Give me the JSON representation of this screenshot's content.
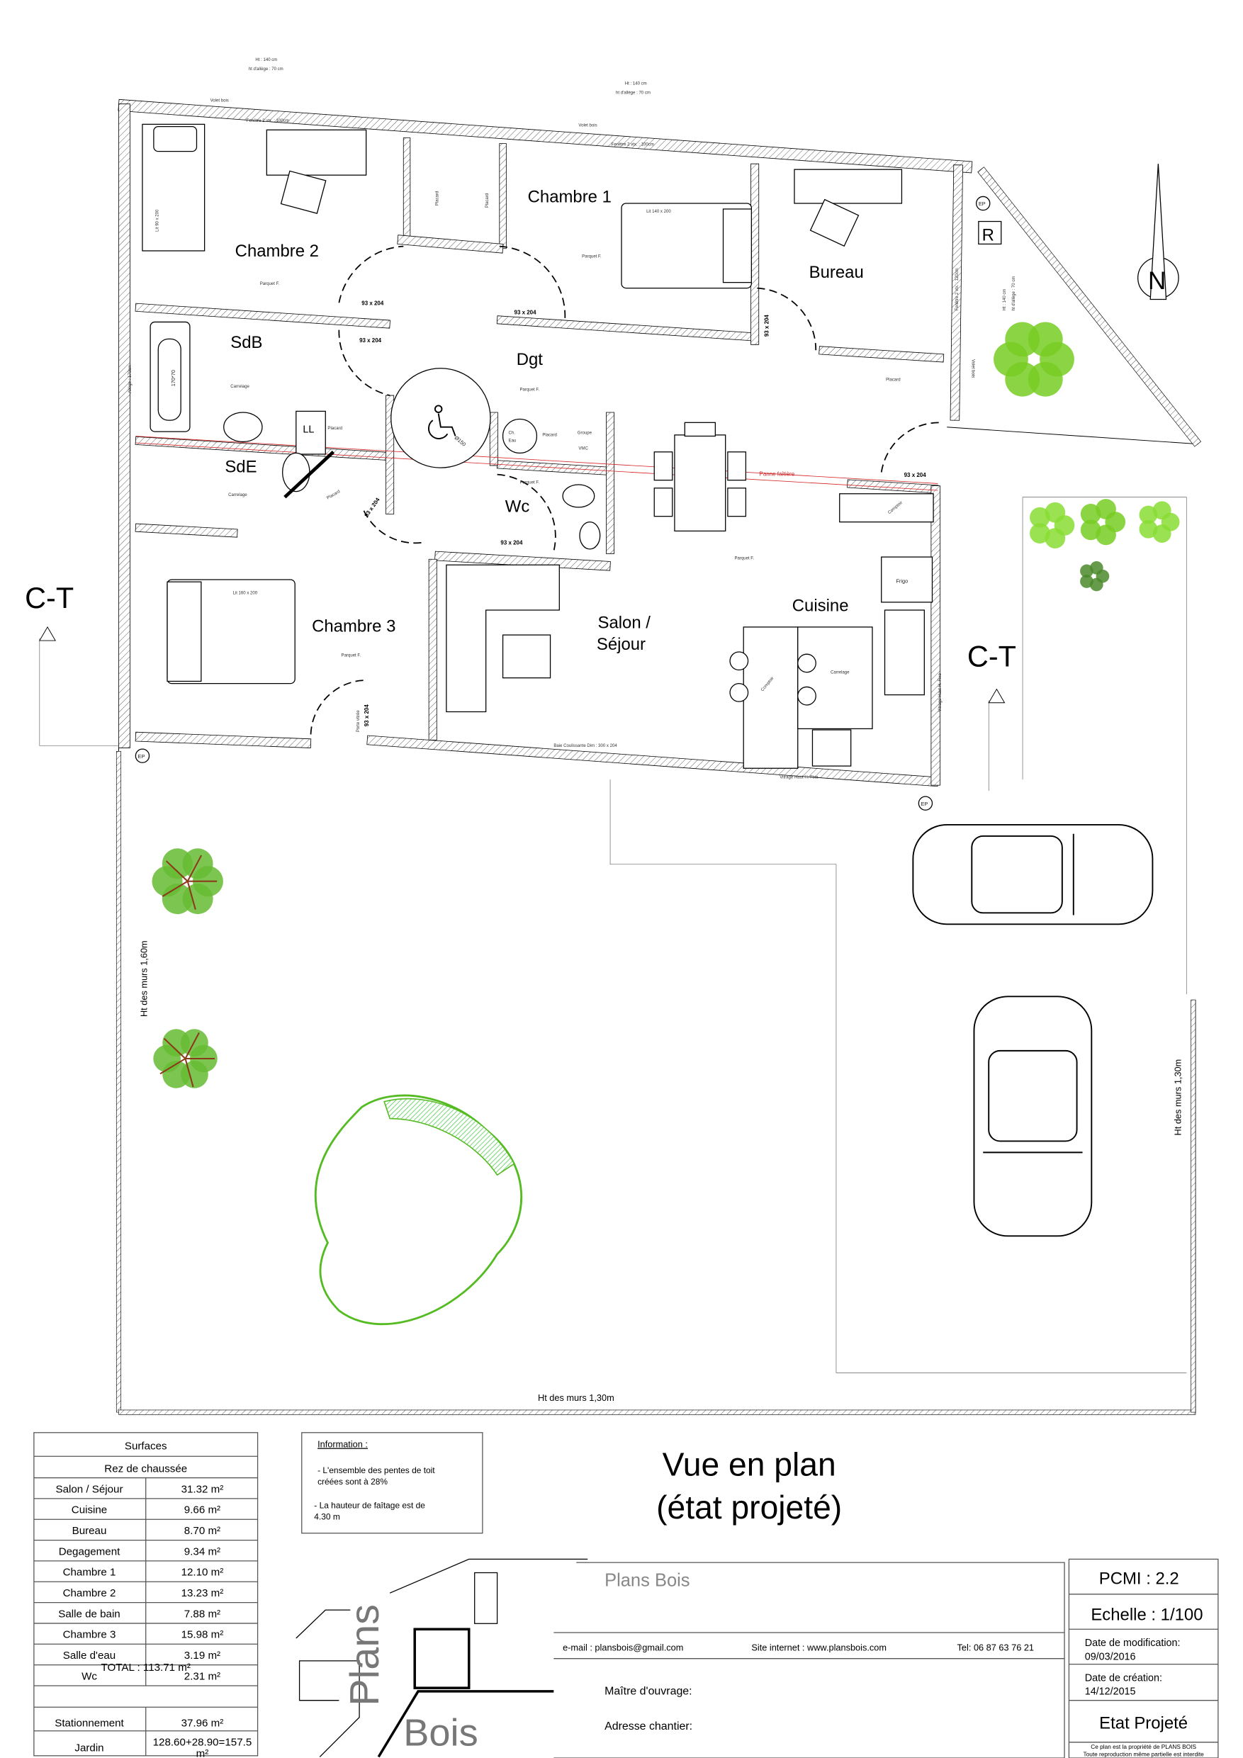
{
  "plan": {
    "rooms": {
      "chambre2": "Chambre 2",
      "chambre1": "Chambre 1",
      "bureau": "Bureau",
      "sdb": "SdB",
      "dgt": "Dgt",
      "sde": "SdE",
      "wc": "Wc",
      "chambre3": "Chambre 3",
      "salon_line1": "Salon /",
      "salon_line2": "Séjour",
      "cuisine": "Cuisine"
    },
    "window_height": "Ht : 140 cm",
    "window_sill": "ht d'allège : 70 cm",
    "shutter": "Volet bois",
    "window_100": "Fenêtre 2 vtx. : 100cm",
    "window_120": "Fenêtre 2 vtx. : 120cm",
    "bed_90": "Lit 90 x 200",
    "bed_140": "Lit 140 x 200",
    "bed_160": "Lit 160 x 200",
    "closet": "Placard",
    "parquet": "Parquet F.",
    "tiles": "Carrelage",
    "door_size": "93 x 204",
    "sill_170": "Allège : 170cm",
    "bathtub": "170*70",
    "washer": "LL",
    "water_heater_1": "Ch.",
    "water_heater_2": "Eau",
    "vmc_1": "Groupe",
    "vmc_2": "VMC",
    "turning_circle": "Ø150",
    "ridge_beam": "Panne faîtière",
    "counter": "Comptoir",
    "fridge": "Frigo",
    "fixed_glazing": "Vitrage Haut H. Fixe",
    "sliding_bay": "Baie Coulissante Dim : 300 x 204",
    "glass_door": "Porte vitrée",
    "rainwater": "EP",
    "meter": "R",
    "north": "N",
    "section_marker": "C-T",
    "wall_height_160": "Ht des murs 1,60m",
    "wall_height_130": "Ht des murs 1,30m",
    "colors": {
      "walls": "#000000",
      "ridge": "#d42020",
      "vegetation": "#66cc22",
      "tree_trunk": "#8b3a1a"
    }
  },
  "surfaces": {
    "title": "Surfaces",
    "level": "Rez de chaussée",
    "rows": [
      {
        "room": "Salon / Séjour",
        "area": "31.32 m²"
      },
      {
        "room": "Cuisine",
        "area": "9.66 m²"
      },
      {
        "room": "Bureau",
        "area": "8.70 m²"
      },
      {
        "room": "Degagement",
        "area": "9.34 m²"
      },
      {
        "room": "Chambre 1",
        "area": "12.10 m²"
      },
      {
        "room": "Chambre 2",
        "area": "13.23 m²"
      },
      {
        "room": "Salle de bain",
        "area": "7.88 m²"
      },
      {
        "room": "Chambre 3",
        "area": "15.98 m²"
      },
      {
        "room": "Salle d'eau",
        "area": "3.19 m²"
      },
      {
        "room": "Wc",
        "area": "2.31 m²"
      }
    ],
    "total": "TOTAL : 113.71 m²",
    "parking": {
      "room": "Stationnement",
      "area": "37.96 m²"
    },
    "garden": {
      "room": "Jardin",
      "area_line1": "128.60+28.90=157.5",
      "area_line2": "m²"
    }
  },
  "information": {
    "title": "Information :",
    "line1": "- L'ensemble des pentes  de toit",
    "line2": "créées sont à 28%",
    "line3": "- La hauteur de faîtage est de",
    "line4": "4.30 m"
  },
  "drawing_title": {
    "line1": "Vue en plan",
    "line2": "(état projeté)"
  },
  "logo": {
    "word1": "Plans",
    "word2": "Bois"
  },
  "title_block": {
    "company": "Plans   Bois",
    "email": "e-mail : plansbois@gmail.com",
    "website": "Site internet : www.plansbois.com",
    "phone": "Tel: 06 87 63 76 21",
    "owner_label": "Maître d'ouvrage:",
    "site_label": "Adresse chantier:",
    "sheet": "PCMI : 2.2",
    "scale": "Echelle : 1/100",
    "modified_label": "Date de modification:",
    "modified_date": "09/03/2016",
    "created_label": "Date de création:",
    "created_date": "14/12/2015",
    "status": "Etat Projeté",
    "copyright_1": "Ce plan est la propriété de PLANS BOIS",
    "copyright_2": "Toute reproduction même partielle est interdite"
  }
}
